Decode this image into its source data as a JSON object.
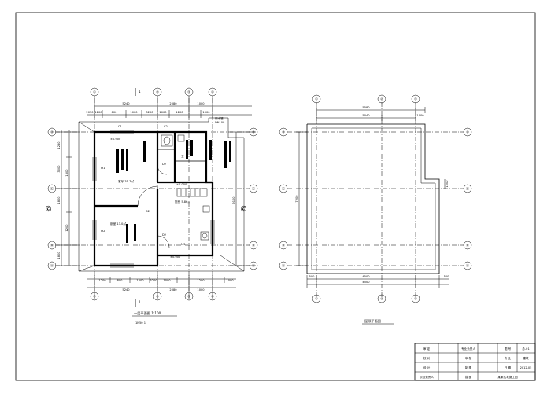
{
  "plan_left": {
    "axes_top": [
      "①",
      "②",
      "③",
      "④"
    ],
    "axes_bottom": [
      "①",
      "②",
      "③",
      "④"
    ],
    "axes_left": [
      "⑩",
      "Ⓒ",
      "Ⓑ",
      "Ⓐ"
    ],
    "axes_right": [
      "⑩",
      "Ⓒ",
      "Ⓑ",
      "Ⓐ"
    ],
    "dims_top_total": [
      "5240",
      "2080",
      "1000"
    ],
    "dims_top_detail": [
      "2050",
      "1200",
      "800",
      "1000",
      "3200",
      "1000",
      "1200",
      "1000"
    ],
    "dims_bottom_detail": [
      "1200",
      "800",
      "1000",
      "3200",
      "1000",
      "1200",
      "1000"
    ],
    "dims_bottom_total": [
      "5240",
      "2080",
      "1000"
    ],
    "dims_left": [
      "1250",
      "3000",
      "1800",
      "1500",
      "1200",
      "1800"
    ],
    "dims_right": [
      "9100"
    ],
    "section_marks": [
      "1",
      "1"
    ],
    "side_marks_left": "Ⓒ",
    "side_marks_right": "Ⓒ",
    "room_labels": [
      "客厅 31.7㎡",
      "卧室 13.0㎡",
      "厨房 5.86㎡",
      "卫",
      "D2",
      "D2",
      "D2",
      "M1",
      "M2",
      "M3",
      "C1",
      "C2"
    ],
    "elevations": [
      "±0.000",
      "±0.000",
      "±0.000"
    ],
    "plan_title": "一层平面图 1:100",
    "plan_scale": "1N50 1",
    "notes_right": [
      "雨水管",
      "DN100"
    ]
  },
  "plan_right": {
    "axes_top": [
      "①",
      "②",
      "③"
    ],
    "axes_bottom": [
      "①",
      "②",
      "③"
    ],
    "axes_left": [
      "⑩",
      "Ⓒ",
      "Ⓑ",
      "Ⓐ"
    ],
    "axes_right": [
      "⑩",
      "Ⓒ",
      "Ⓑ",
      "Ⓐ"
    ],
    "dims_top": [
      "5580",
      "5040",
      "1000"
    ],
    "dims_bottom": [
      "4500",
      "4500",
      "500",
      "500"
    ],
    "dims_left": [
      "7200"
    ],
    "dims_right": [
      "1000"
    ],
    "plan_title": "屋顶平面图"
  },
  "title_block": {
    "cells": [
      [
        "审 定",
        "",
        "专业负责人",
        "",
        "图 号",
        "总-01"
      ],
      [
        "校 对",
        "",
        "审 核",
        "",
        "专 业",
        "建筑"
      ],
      [
        "设 计",
        "",
        "制 图",
        "",
        "日 期",
        "2012.05"
      ],
      [
        "项目负责人",
        "",
        "描 图",
        "",
        "",
        "某某住宅施工图"
      ]
    ]
  }
}
